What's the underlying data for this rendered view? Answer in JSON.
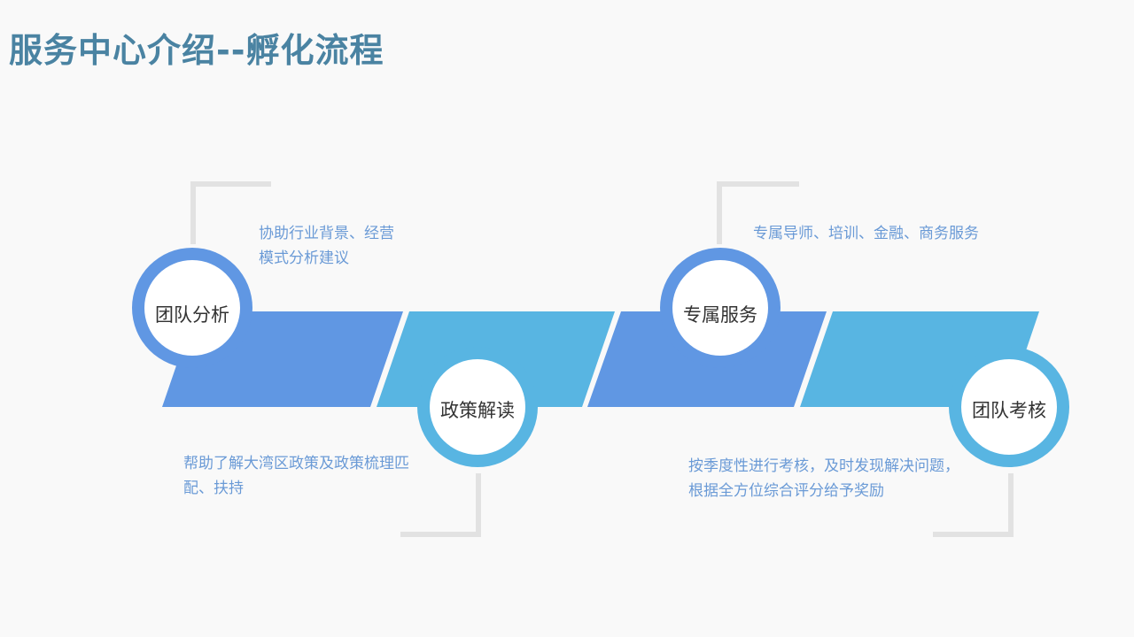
{
  "title": "服务中心介绍--孵化流程",
  "colors": {
    "dark_blue": "#6097e3",
    "light_blue": "#58b5e2",
    "bracket": "#e2e2e2",
    "title": "#4a83a2"
  },
  "steps": [
    {
      "label": "团队分析",
      "description": "协助行业背景、经营\n模式分析建议"
    },
    {
      "label": "政策解读",
      "description": "帮助了解大湾区政策及政策梳理匹\n配、扶持"
    },
    {
      "label": "专属服务",
      "description": "专属导师、培训、金融、商务服务"
    },
    {
      "label": "团队考核",
      "description": "按季度性进行考核，及时发现解决问题，\n根据全方位综合评分给予奖励"
    }
  ]
}
